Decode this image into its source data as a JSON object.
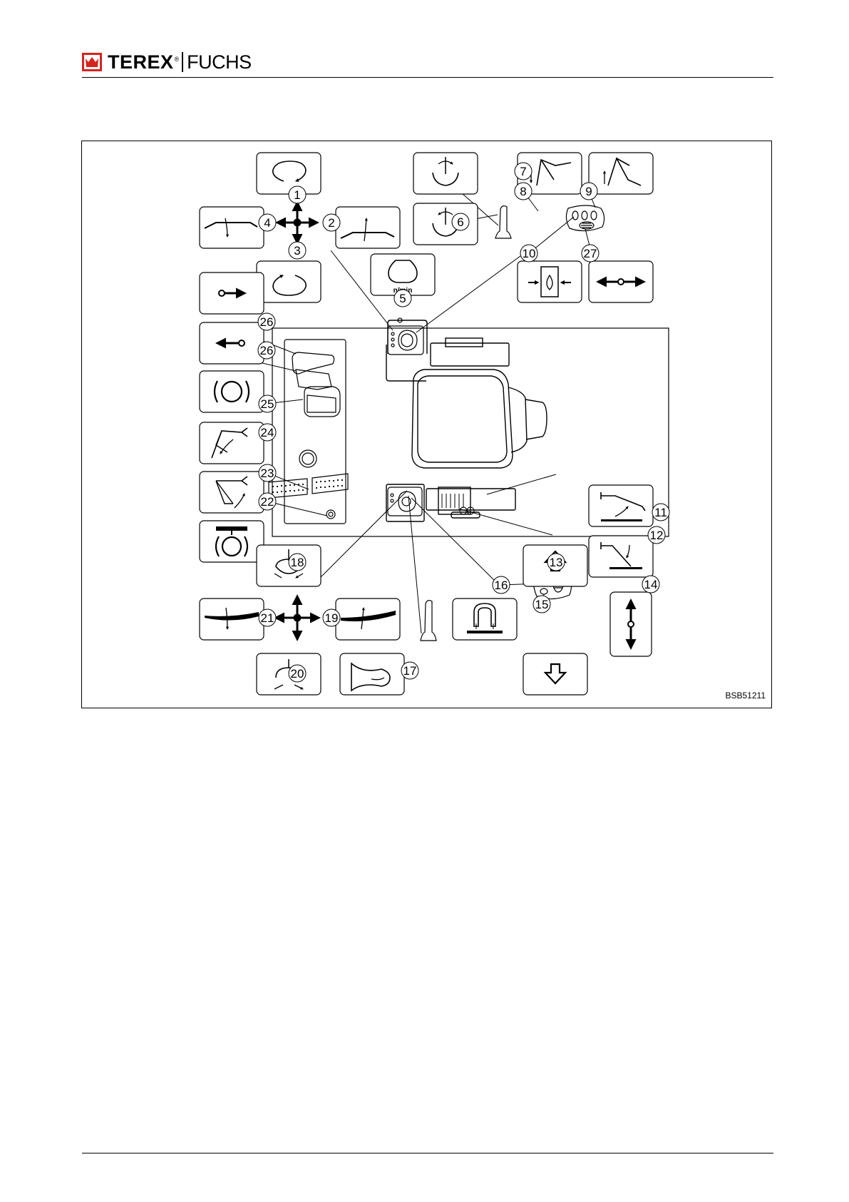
{
  "header": {
    "brand_primary": "TEREX",
    "brand_registered": "®",
    "brand_secondary": "FUCHS",
    "brand_color": "#d6231f"
  },
  "figure": {
    "code": "BSB51211",
    "callouts": [
      "1",
      "2",
      "3",
      "4",
      "5",
      "6",
      "7",
      "8",
      "9",
      "10",
      "11",
      "12",
      "13",
      "14",
      "15",
      "16",
      "17",
      "18",
      "19",
      "20",
      "21",
      "22",
      "23",
      "24",
      "25",
      "26",
      "26",
      "27"
    ],
    "symbols": {
      "rpm_label": "n/min"
    }
  }
}
